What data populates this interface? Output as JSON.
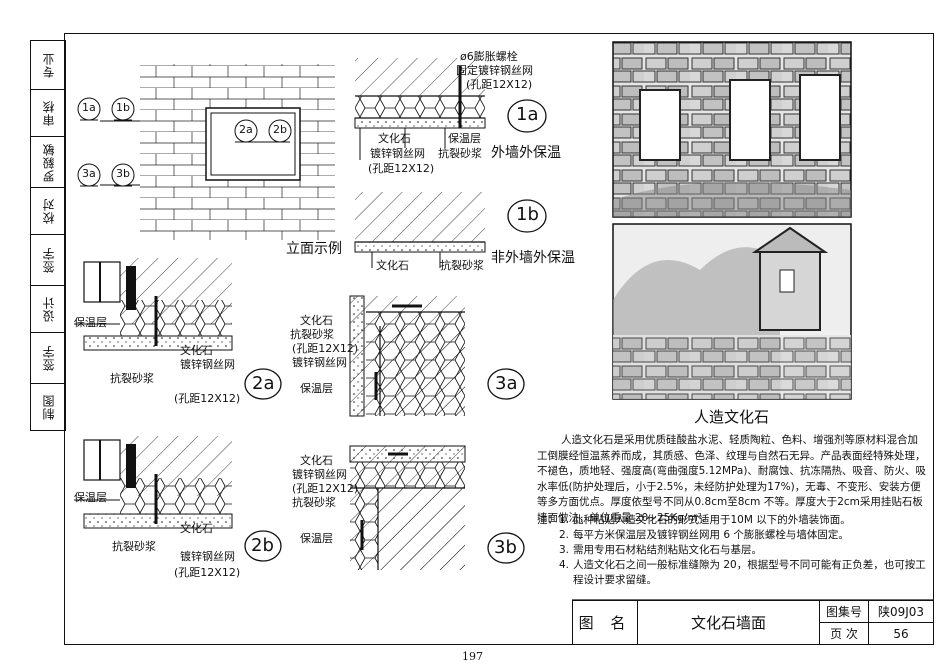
{
  "sidebar": {
    "sections": [
      "专业",
      "审核",
      "罗毅敏",
      "校对",
      "签字",
      "设计",
      "签字",
      "制图"
    ]
  },
  "elevation": {
    "callouts": [
      "1a",
      "1b",
      "3a",
      "3b",
      "2a",
      "2b"
    ],
    "caption": "立面示例"
  },
  "detail_1a": {
    "tag": "1a",
    "title": "外墙外保温",
    "bolt_label": "ø6膨胀螺栓",
    "mesh_label": "固定镀锌钢丝网",
    "mesh_spacing": "(孔距12X12)",
    "labels": [
      "文化石",
      "保温层",
      "镀锌钢丝网",
      "(孔距12X12)",
      "抗裂砂浆"
    ]
  },
  "detail_1b": {
    "tag": "1b",
    "title": "非外墙外保温",
    "labels": [
      "文化石",
      "抗裂砂浆"
    ]
  },
  "detail_2a": {
    "tag": "2a",
    "labels": [
      "保温层",
      "文化石",
      "抗裂砂浆",
      "镀锌钢丝网",
      "(孔距12X12)"
    ]
  },
  "detail_2b": {
    "tag": "2b",
    "labels": [
      "保温层",
      "文化石",
      "抗裂砂浆",
      "镀锌钢丝网",
      "(孔距12X12)"
    ]
  },
  "detail_3a": {
    "tag": "3a",
    "labels": [
      "文化石",
      "抗裂砂浆",
      "(孔距12X12)",
      "镀锌钢丝网",
      "保温层"
    ]
  },
  "detail_3b": {
    "tag": "3b",
    "labels": [
      "文化石",
      "镀锌钢丝网",
      "(孔距12X12)",
      "抗裂砂浆",
      "保温层"
    ]
  },
  "photos": {
    "caption": "人造文化石"
  },
  "description": "人造文化石是采用优质硅酸盐水泥、轻质陶粒、色料、增强剂等原材料混合加工倒膜经恒温蒸养而成，其质感、色泽、纹理与自然石无异。产品表面经特殊处理，不褪色，质地轻、强度高(弯曲强度5.12MPa)、耐腐蚀、抗冻隔热、吸音、防火、吸水率低(防护处理后，小于2.5%，未经防护处理为17%)，无毒、不变形、安装方便等多方面优点。厚度依型号不同从0.8cm至8cm 不等。厚度大于2cm采用挂贴石板墙面做法，单位重量 20~25Kg/m²。",
  "notes": {
    "label": "注：",
    "items": [
      {
        "n": "1.",
        "text": "此种粘贴人造文化石的形式适用于10M 以下的外墙装饰面。"
      },
      {
        "n": "2.",
        "text": "每平方米保温层及镀锌钢丝网用 6 个膨胀螺栓与墙体固定。"
      },
      {
        "n": "3.",
        "text": "需用专用石材粘结剂粘贴文化石与基层。"
      },
      {
        "n": "4.",
        "text": "人造文化石之间一般标准缝隙为 20，根据型号不同可能有正负差，也可按工程设计要求留缝。"
      }
    ]
  },
  "title_block": {
    "name_label": "图 名",
    "name": "文化石墙面",
    "atlas_label": "图集号",
    "atlas": "陕09J03",
    "page_label": "页 次",
    "page": "56"
  },
  "page_number": "197"
}
